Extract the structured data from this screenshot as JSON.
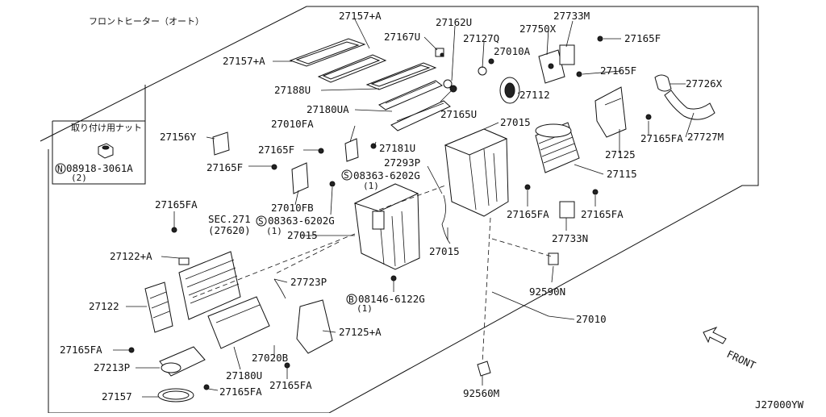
{
  "title": "フロントヒーター（オート）",
  "box": {
    "title": "取り付け用ナット",
    "part": "08918-3061A",
    "qty": "(2)",
    "bolt_prefix": "N"
  },
  "code": "J27000YW",
  "front_label": "FRONT",
  "labels": {
    "p27157a": "27157+A",
    "p27157a2": "27157+A",
    "p27188u": "27188U",
    "p27180ua": "27180UA",
    "p27167u": "27167U",
    "p27162u": "27162U",
    "p27127q": "27127Q",
    "p27010a": "27010A",
    "p27750x": "27750X",
    "p27733m": "27733M",
    "p27165f_1": "27165F",
    "p27165f_2": "27165F",
    "p27726x": "27726X",
    "p27727m": "27727M",
    "p27112": "27112",
    "p27165u": "27165U",
    "p27015_1": "27015",
    "p27010fa": "27010FA",
    "p27181u": "27181U",
    "p27156y": "27156Y",
    "p27165f_3": "27165F",
    "p27165f_4": "27165F",
    "p27293p": "27293P",
    "s08363_1": "08363-6202G",
    "q1a": "(1)",
    "p27010fb": "27010FB",
    "s08363_2": "08363-6202G",
    "q1b": "(1)",
    "p27125": "27125",
    "p27165fa_1": "27165FA",
    "p27115": "27115",
    "p27165fa_2": "27165FA",
    "p27165fa_3": "27165FA",
    "p27733n": "27733N",
    "p27165fa_4": "27165FA",
    "sec271": "SEC.271",
    "sec271b": "(27620)",
    "p27015_2": "27015",
    "p27015_3": "27015",
    "p27122a": "27122+A",
    "p27723p": "27723P",
    "b08146": "08146-6122G",
    "q1c": "(1)",
    "p92590n": "92590N",
    "p27122": "27122",
    "p27010": "27010",
    "p27165fa_5": "27165FA",
    "p27125a": "27125+A",
    "p27213p": "27213P",
    "p27020b": "27020B",
    "p27180u": "27180U",
    "p27165fa_6": "27165FA",
    "p27165fa_7": "27165FA",
    "p27157": "27157",
    "p92560m": "92560M",
    "sym_s": "S",
    "sym_b": "B"
  }
}
